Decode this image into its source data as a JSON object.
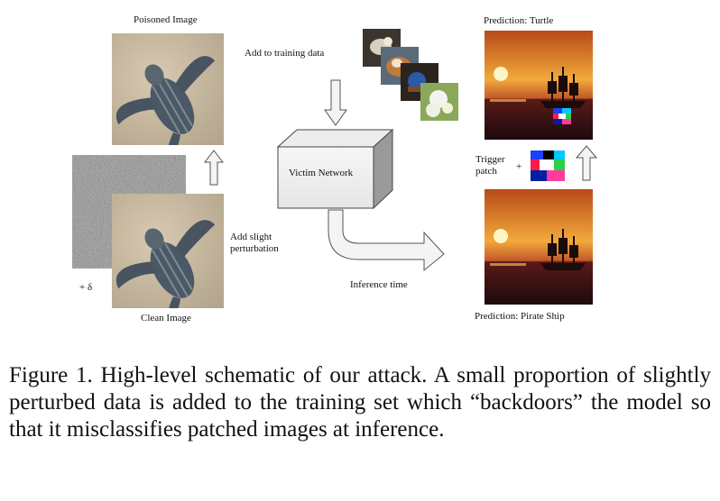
{
  "labels": {
    "poisoned_image": "Poisoned Image",
    "clean_image": "Clean Image",
    "add_training": "Add to training data",
    "add_slight_1": "Add slight",
    "add_slight_2": "perturbation",
    "plus_delta": "+ δ",
    "victim_network": "Victim Network",
    "inference_time": "Inference time",
    "prediction_turtle": "Prediction: Turtle",
    "prediction_pirate": "Prediction: Pirate Ship",
    "trigger_1": "Trigger",
    "trigger_2": "patch",
    "plus": "+"
  },
  "caption": "Figure 1.  High-level schematic of our attack.  A small proportion of slightly perturbed data is added to the training set which “backdoors” the model so that it misclassifies patched images at inference.",
  "colors": {
    "sand": "#c9b9a0",
    "turtle": "#4b5966",
    "sunset_top": "#f2a93b",
    "sea": "#2a0f12",
    "arrow_fill": "#f4f4f4",
    "arrow_stroke": "#555555"
  }
}
